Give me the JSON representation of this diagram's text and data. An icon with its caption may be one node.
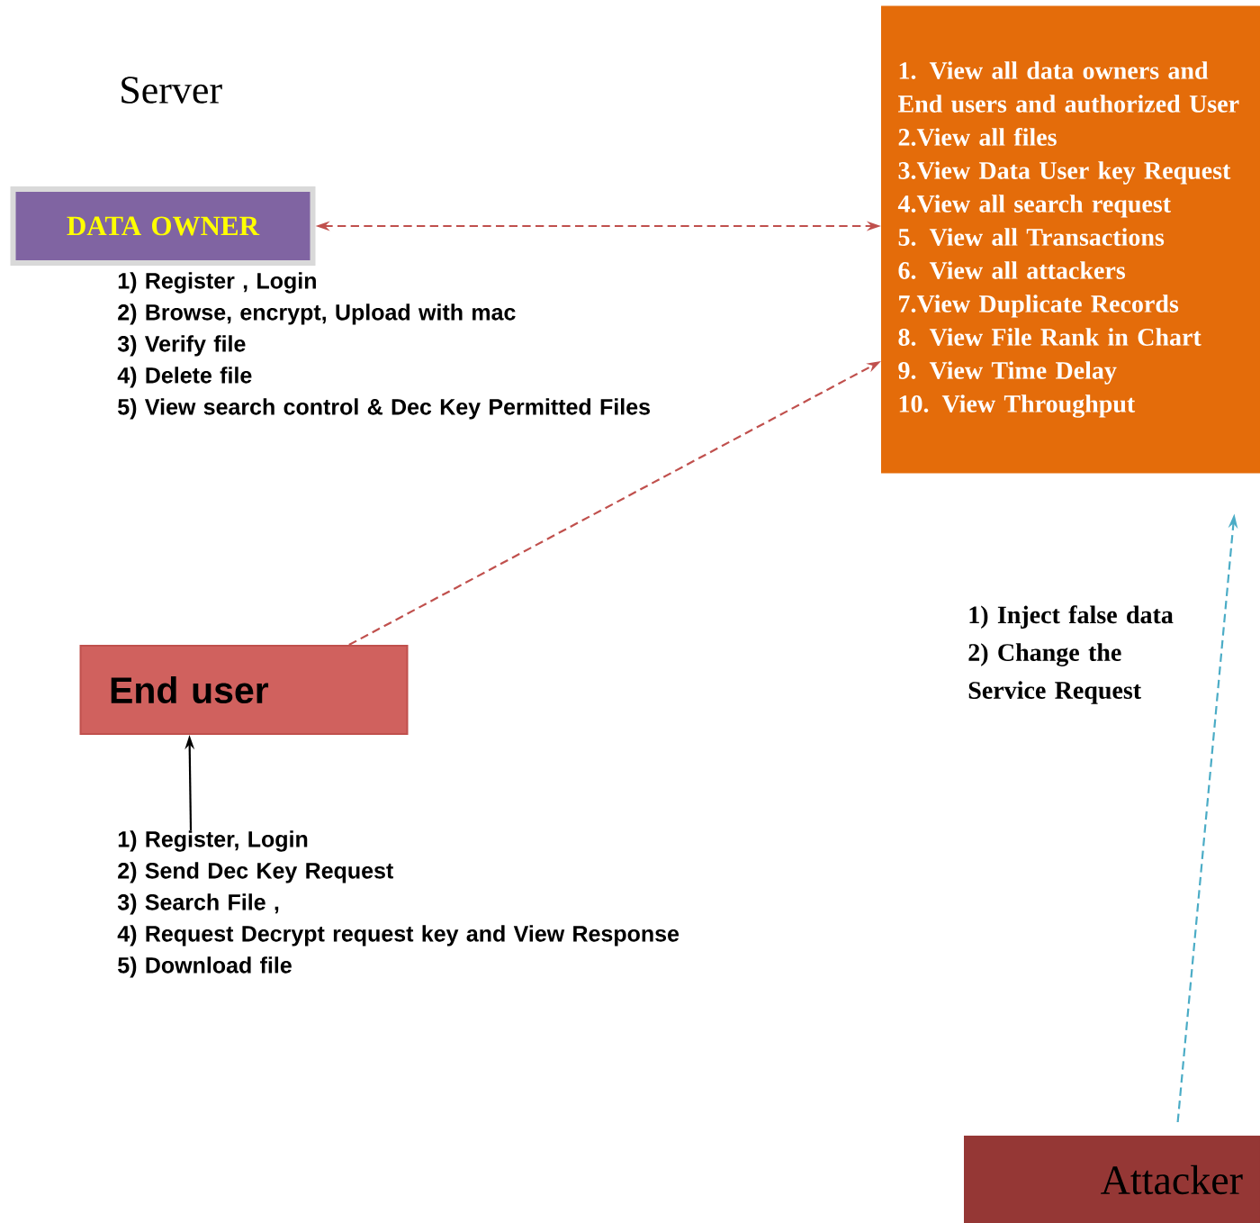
{
  "diagram": {
    "nodes": [
      {
        "text": [
          "DATA  OWNER"
        ],
        "beside": [
          "1) Register , Login",
          "2) Browse, encrypt, Upload with mac",
          "3) Verify file",
          "4) Delete file",
          "5) View search control & Dec Key Permitted Files"
        ]
      },
      {
        "text": [
          "1. View all data owners and End users and authorized User",
          "2.View all files",
          "3.View Data User key Request",
          "4.View all search request",
          "5. View all Transactions",
          "6. View all attackers",
          "7.View Duplicate Records",
          "8. View File Rank in Chart",
          "9. View Time Delay",
          "10. View Throughput"
        ]
      },
      {
        "text": [
          "End user"
        ]
      },
      {
        "text": [
          "Attacker"
        ]
      },
      {
        "text": [
          "1) Register, Login",
          "2) Send Dec Key Request",
          "3) Search File ,",
          "4) Request Decrypt request key and View Response",
          "5) Download file"
        ]
      }
    ],
    "edges": [
      {
        "from": 0,
        "to": 1,
        "arrow": "both",
        "style": "dashed"
      },
      {
        "from": 2,
        "to": 1,
        "arrow": "to",
        "style": "dashed"
      },
      {
        "from": 3,
        "to": 1,
        "arrow": "to",
        "style": "dashed",
        "color": "#4bacc6"
      },
      {
        "from": 4,
        "to": 2,
        "arrow": "to",
        "color": "#000000"
      }
    ],
    "labels": [
      "Server",
      "1) Inject false data",
      "2) Change the Service Request"
    ]
  }
}
